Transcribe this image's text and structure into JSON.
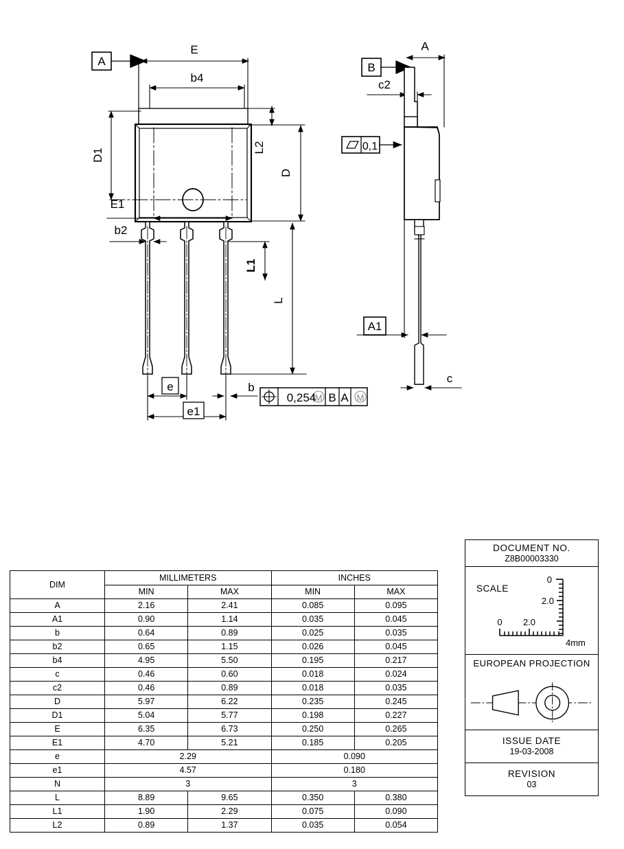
{
  "drawing": {
    "front_view": {
      "datum_a_label": "A",
      "dim_E": "E",
      "dim_b4": "b4",
      "dim_D1": "D1",
      "dim_E1": "E1",
      "dim_L2": "L2",
      "dim_D": "D",
      "dim_b2": "b2",
      "dim_L1": "L1",
      "dim_L": "L",
      "dim_e": "e",
      "dim_e1": "e1",
      "dim_b": "b",
      "fcf": {
        "symbol": "position-icon",
        "tolerance": "0,254",
        "tolerance_modifier": "M",
        "datum1": "B",
        "datum2": "A",
        "datum2_modifier": "M"
      }
    },
    "side_view": {
      "datum_b_label": "B",
      "datum_a1_label": "A1",
      "dim_A": "A",
      "dim_c2": "c2",
      "dim_c": "c",
      "flatness": {
        "symbol": "parallelism-icon",
        "value": "0,1"
      }
    }
  },
  "table": {
    "col_dim": "DIM",
    "group_mm": "MILLIMETERS",
    "group_in": "INCHES",
    "sub_min": "MIN",
    "sub_max": "MAX",
    "rows": [
      {
        "dim": "A",
        "mm_min": "2.16",
        "mm_max": "2.41",
        "in_min": "0.085",
        "in_max": "0.095",
        "span": false
      },
      {
        "dim": "A1",
        "mm_min": "0.90",
        "mm_max": "1.14",
        "in_min": "0.035",
        "in_max": "0.045",
        "span": false
      },
      {
        "dim": "b",
        "mm_min": "0.64",
        "mm_max": "0.89",
        "in_min": "0.025",
        "in_max": "0.035",
        "span": false
      },
      {
        "dim": "b2",
        "mm_min": "0.65",
        "mm_max": "1.15",
        "in_min": "0.026",
        "in_max": "0.045",
        "span": false
      },
      {
        "dim": "b4",
        "mm_min": "4.95",
        "mm_max": "5.50",
        "in_min": "0.195",
        "in_max": "0.217",
        "span": false
      },
      {
        "dim": "c",
        "mm_min": "0.46",
        "mm_max": "0.60",
        "in_min": "0.018",
        "in_max": "0.024",
        "span": false
      },
      {
        "dim": "c2",
        "mm_min": "0.46",
        "mm_max": "0.89",
        "in_min": "0.018",
        "in_max": "0.035",
        "span": false
      },
      {
        "dim": "D",
        "mm_min": "5.97",
        "mm_max": "6.22",
        "in_min": "0.235",
        "in_max": "0.245",
        "span": false
      },
      {
        "dim": "D1",
        "mm_min": "5.04",
        "mm_max": "5.77",
        "in_min": "0.198",
        "in_max": "0.227",
        "span": false
      },
      {
        "dim": "E",
        "mm_min": "6.35",
        "mm_max": "6.73",
        "in_min": "0.250",
        "in_max": "0.265",
        "span": false
      },
      {
        "dim": "E1",
        "mm_min": "4.70",
        "mm_max": "5.21",
        "in_min": "0.185",
        "in_max": "0.205",
        "span": false
      },
      {
        "dim": "e",
        "mm_min": "2.29",
        "mm_max": "",
        "in_min": "0.090",
        "in_max": "",
        "span": true
      },
      {
        "dim": "e1",
        "mm_min": "4.57",
        "mm_max": "",
        "in_min": "0.180",
        "in_max": "",
        "span": true
      },
      {
        "dim": "N",
        "mm_min": "3",
        "mm_max": "",
        "in_min": "3",
        "in_max": "",
        "span": true
      },
      {
        "dim": "L",
        "mm_min": "8.89",
        "mm_max": "9.65",
        "in_min": "0.350",
        "in_max": "0.380",
        "span": false
      },
      {
        "dim": "L1",
        "mm_min": "1.90",
        "mm_max": "2.29",
        "in_min": "0.075",
        "in_max": "0.090",
        "span": false
      },
      {
        "dim": "L2",
        "mm_min": "0.89",
        "mm_max": "1.37",
        "in_min": "0.035",
        "in_max": "0.054",
        "span": false
      }
    ]
  },
  "info": {
    "document_no_label": "DOCUMENT NO.",
    "document_no_value": "Z8B00003330",
    "scale_label": "SCALE",
    "scale_v_top": "0",
    "scale_v_mid": "2.0",
    "scale_h_zero": "0",
    "scale_h_mid": "2.0",
    "scale_unit": "4mm",
    "projection_label": "EUROPEAN  PROJECTION",
    "issue_date_label": "ISSUE  DATE",
    "issue_date_value": "19-03-2008",
    "revision_label": "REVISION",
    "revision_value": "03"
  },
  "colors": {
    "line": "#000000",
    "background": "#ffffff"
  }
}
